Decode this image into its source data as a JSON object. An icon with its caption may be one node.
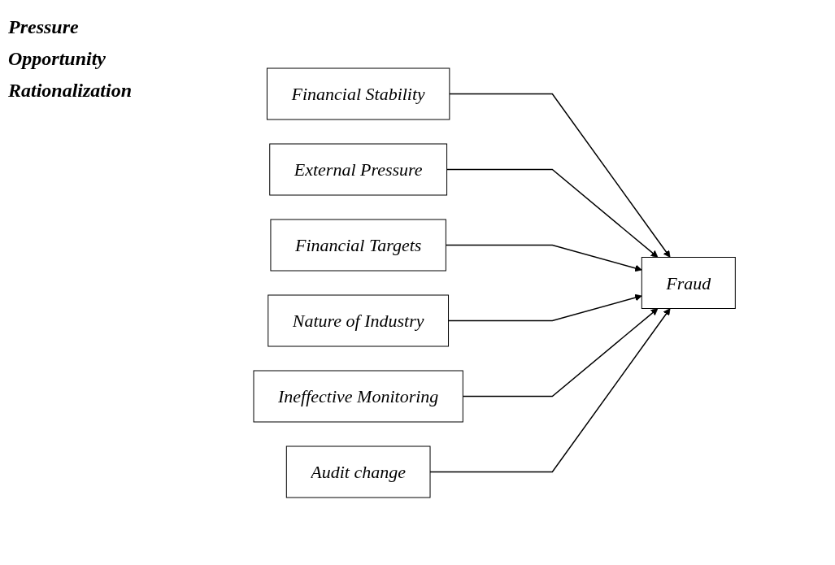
{
  "diagram": {
    "nodes": [
      {
        "text": [
          "Financial Stability"
        ]
      },
      {
        "text": [
          "External Pressure"
        ]
      },
      {
        "text": [
          "Financial Targets"
        ]
      },
      {
        "text": [
          "Nature of Industry"
        ]
      },
      {
        "text": [
          "Ineffective Monitoring"
        ]
      },
      {
        "text": [
          "Audit change"
        ]
      },
      {
        "text": [
          "Fraud"
        ]
      }
    ],
    "edges": [
      {
        "from": 0,
        "to": 6,
        "arrow": "to"
      },
      {
        "from": 1,
        "to": 6,
        "arrow": "to"
      },
      {
        "from": 2,
        "to": 6,
        "arrow": "to"
      },
      {
        "from": 3,
        "to": 6,
        "arrow": "to"
      },
      {
        "from": 4,
        "to": 6,
        "arrow": "to"
      },
      {
        "from": 5,
        "to": 6,
        "arrow": "to"
      }
    ],
    "labels": [
      "Pressure",
      "Opportunity",
      "Rationalization"
    ]
  }
}
